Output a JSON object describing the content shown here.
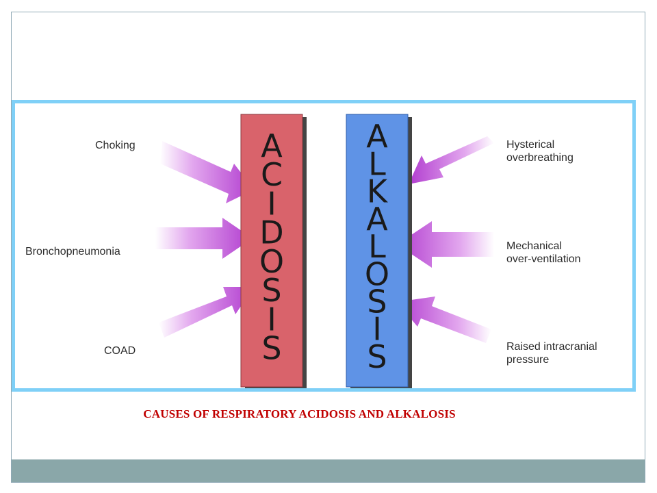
{
  "diagram": {
    "left_column": {
      "letters": [
        "A",
        "C",
        "I",
        "D",
        "O",
        "S",
        "I",
        "S"
      ],
      "color": "#d9636b",
      "causes": [
        "Choking",
        "Bronchopneumonia",
        "COAD"
      ]
    },
    "right_column": {
      "letters": [
        "A",
        "L",
        "K",
        "A",
        "L",
        "O",
        "S",
        "I",
        "S"
      ],
      "color": "#5f93e6",
      "causes": [
        "Hysterical\noverbreathing",
        "Mechanical\nover-ventilation",
        "Raised intracranial\npressure"
      ]
    },
    "arrow_color": "#b13ccf",
    "frame_color": "#7fd0f7"
  },
  "caption": "CAUSES OF RESPIRATORY ACIDOSIS AND ALKALOSIS",
  "colors": {
    "caption": "#c00000",
    "footer": "#8aa7a9"
  }
}
